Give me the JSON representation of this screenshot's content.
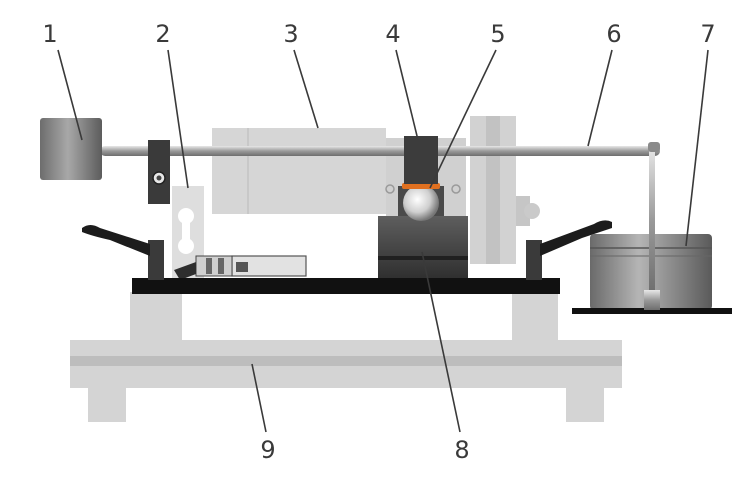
{
  "diagram": {
    "labels": {
      "1": "1",
      "2": "2",
      "3": "3",
      "4": "4",
      "5": "5",
      "6": "6",
      "7": "7",
      "8": "8",
      "9": "9"
    }
  }
}
